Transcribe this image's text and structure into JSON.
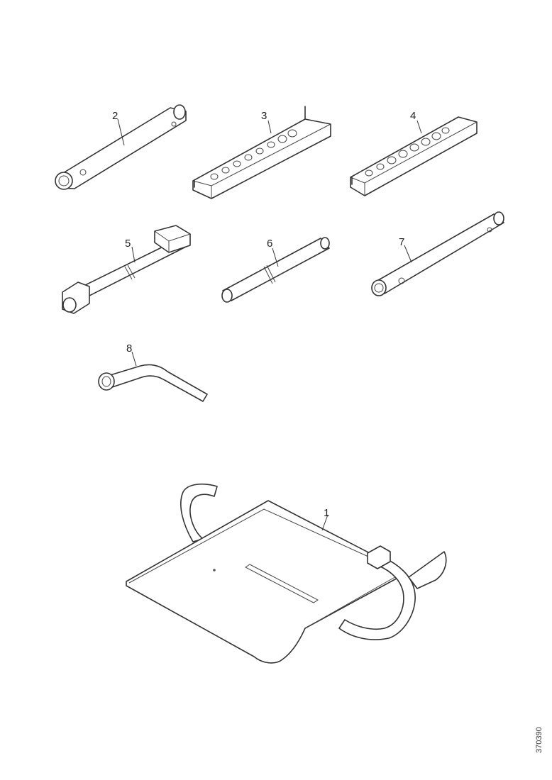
{
  "parts": [
    {
      "id": "tool-tray",
      "callout": "1"
    },
    {
      "id": "tube-wrench-large",
      "callout": "2"
    },
    {
      "id": "socket-rack-long",
      "callout": "3"
    },
    {
      "id": "socket-rack-short",
      "callout": "4"
    },
    {
      "id": "wrench-with-handle-bar",
      "callout": "5"
    },
    {
      "id": "extension-tube",
      "callout": "6"
    },
    {
      "id": "tube-wrench-small",
      "callout": "7"
    },
    {
      "id": "cranked-socket-wrench",
      "callout": "8"
    }
  ],
  "reference_code": "370390"
}
